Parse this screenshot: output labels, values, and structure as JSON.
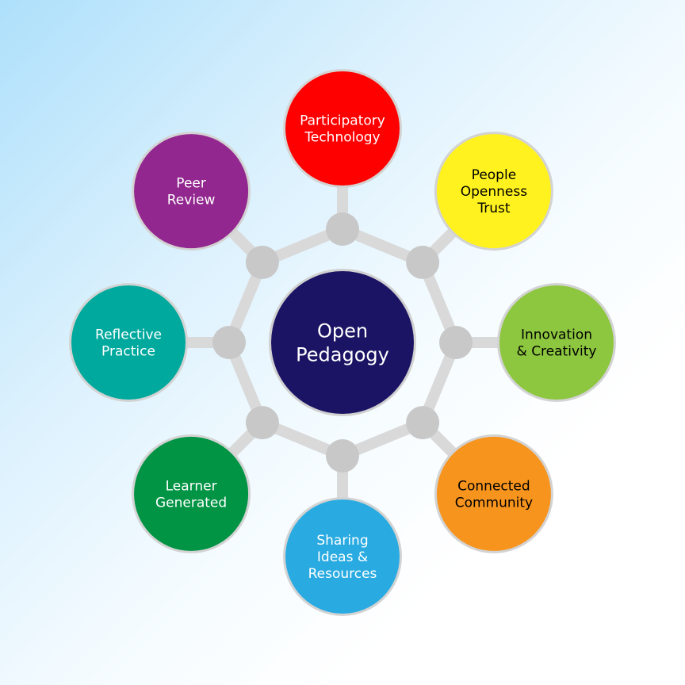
{
  "center": {
    "lines": [
      "Open",
      "Pedagogy"
    ],
    "color": "#1b1464",
    "text_color": "#ffffff"
  },
  "nodes": [
    {
      "id": "participatory-technology",
      "lines": [
        "Participatory",
        "Technology"
      ],
      "color": "#ff0000",
      "text_color": "#ffffff"
    },
    {
      "id": "people-openness-trust",
      "lines": [
        "People",
        "Openness",
        "Trust"
      ],
      "color": "#fff21f",
      "text_color": "#000000"
    },
    {
      "id": "innovation-creativity",
      "lines": [
        "Innovation",
        "& Creativity"
      ],
      "color": "#8dc63f",
      "text_color": "#000000"
    },
    {
      "id": "connected-community",
      "lines": [
        "Connected",
        "Community"
      ],
      "color": "#f7941d",
      "text_color": "#000000"
    },
    {
      "id": "sharing-ideas-resources",
      "lines": [
        "Sharing",
        "Ideas &",
        "Resources"
      ],
      "color": "#29abe2",
      "text_color": "#ffffff"
    },
    {
      "id": "learner-generated",
      "lines": [
        "Learner",
        "Generated"
      ],
      "color": "#009444",
      "text_color": "#ffffff"
    },
    {
      "id": "reflective-practice",
      "lines": [
        "Reflective",
        "Practice"
      ],
      "color": "#00a99d",
      "text_color": "#ffffff"
    },
    {
      "id": "peer-review",
      "lines": [
        "Peer",
        "Review"
      ],
      "color": "#92278f",
      "text_color": "#ffffff"
    }
  ],
  "connector_color": "#d9d9d9",
  "joint_color": "#c8c8c8"
}
